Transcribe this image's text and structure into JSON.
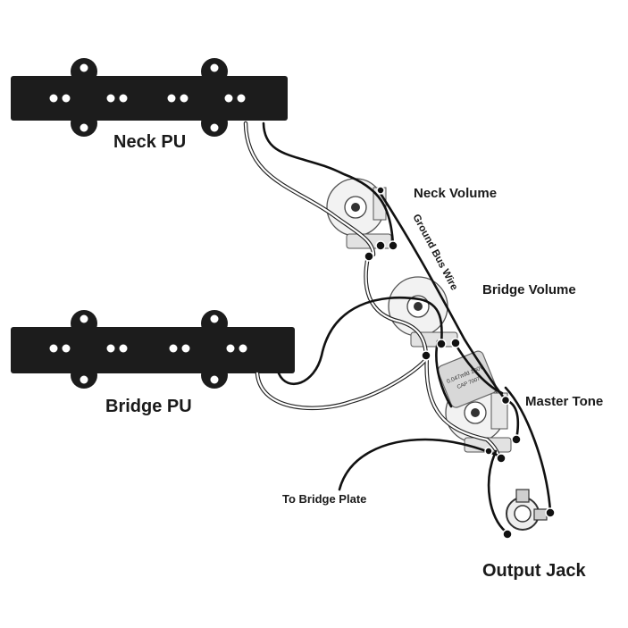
{
  "labels": {
    "neck_pu": "Neck PU",
    "bridge_pu": "Bridge PU",
    "neck_volume": "Neck Volume",
    "bridge_volume": "Bridge Volume",
    "master_tone": "Master Tone",
    "ground_bus_wire": "Ground Bus Wire",
    "to_bridge_plate": "To Bridge Plate",
    "output_jack": "Output Jack"
  },
  "capacitor": {
    "line1": "0.047mfd 100V",
    "line2": "CAP 7007"
  },
  "colors": {
    "pickup": "#1c1c1c",
    "pot_fill": "#f2f2f2",
    "wire_black": "#111111",
    "wire_white": "#9a9a9a",
    "capacitor": "#d8d8d8"
  }
}
